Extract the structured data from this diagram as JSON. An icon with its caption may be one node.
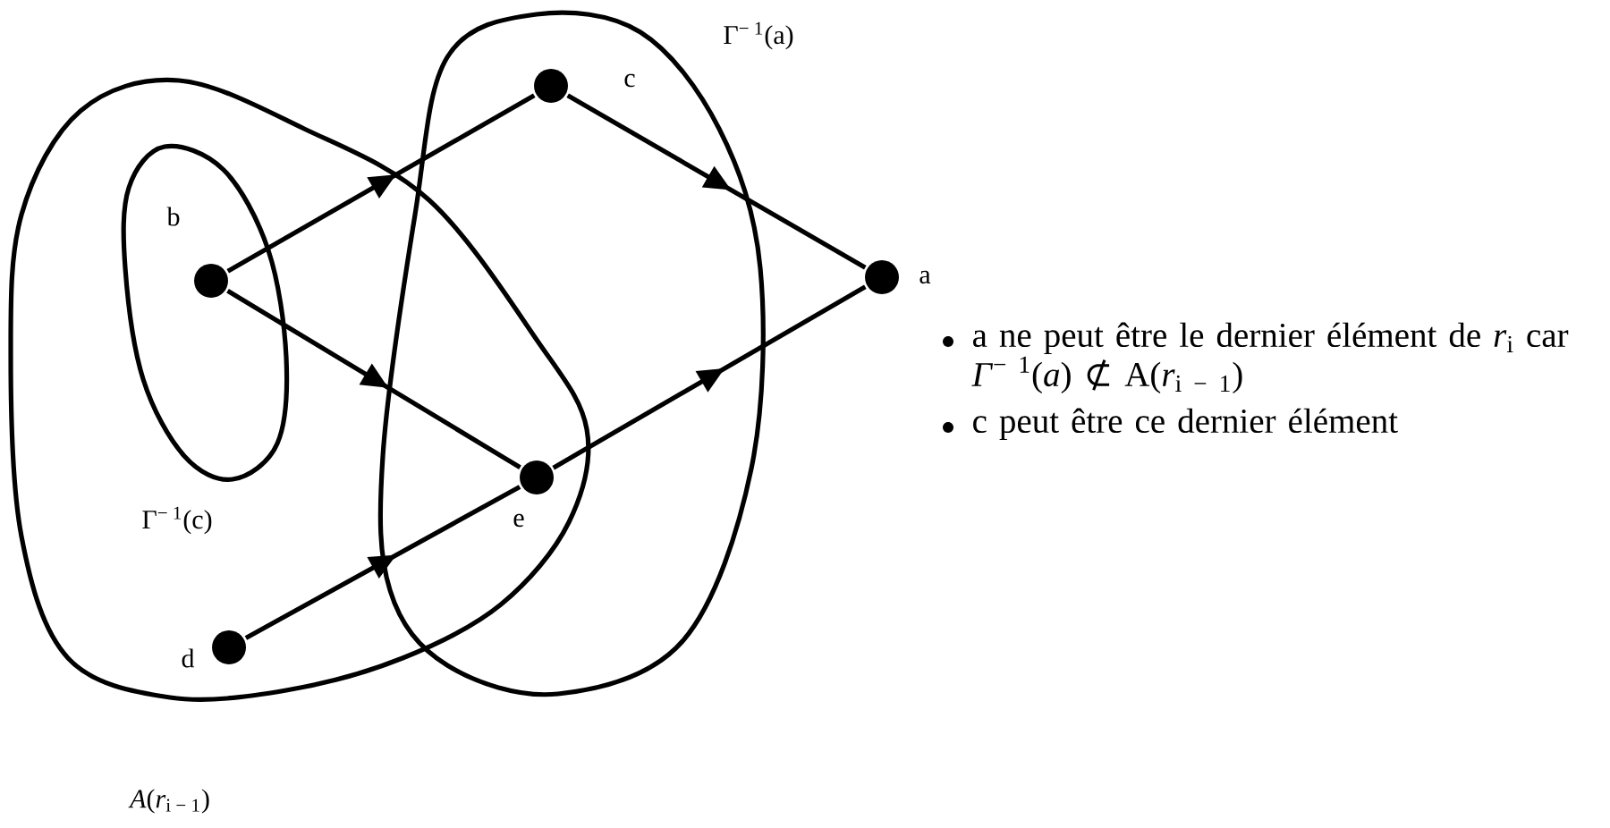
{
  "diagram": {
    "nodes": [
      {
        "text": [],
        "shape": "circle",
        "beside": [
          "c"
        ]
      },
      {
        "text": [],
        "shape": "circle",
        "beside": [
          "b"
        ]
      },
      {
        "text": [],
        "shape": "circle",
        "beside": [
          "a"
        ]
      },
      {
        "text": [],
        "shape": "circle",
        "beside": [
          "e"
        ]
      },
      {
        "text": [],
        "shape": "circle",
        "beside": [
          "d"
        ]
      }
    ],
    "edges": [
      {
        "from": 1,
        "to": 0,
        "arrow": "to"
      },
      {
        "from": 0,
        "to": 2,
        "arrow": "to"
      },
      {
        "from": 1,
        "to": 3,
        "arrow": "to"
      },
      {
        "from": 3,
        "to": 2,
        "arrow": "to"
      },
      {
        "from": 4,
        "to": 3,
        "arrow": "to"
      }
    ],
    "labels": [
      "Γ$^{− 1}$(a)",
      "Γ$^{− 1}$(c)",
      "*A*(*r*$_{i − 1}$)",
      "a ne peut être le dernier élément de *r*$_{i}$ car *Γ*$^{− 1}$(*a*) ⊄ A(*r*$_{i − 1}$)",
      "c peut être ce dernier élément"
    ]
  }
}
